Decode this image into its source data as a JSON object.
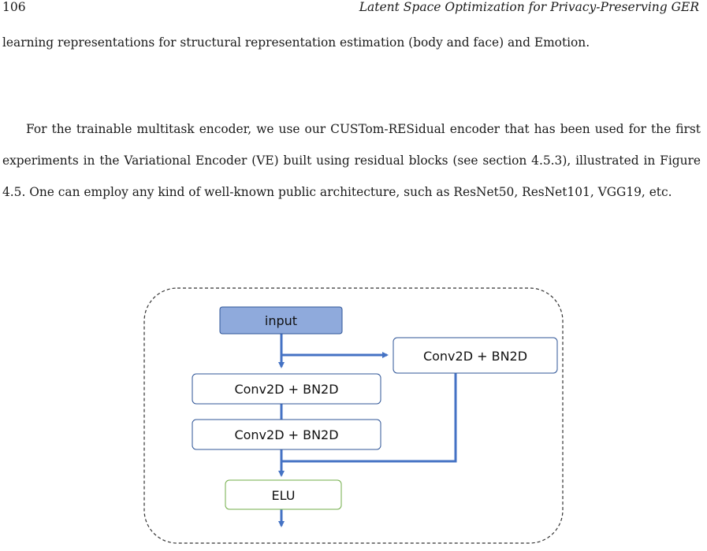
{
  "header": {
    "page_number": "106",
    "running_title": "Latent Space Optimization for Privacy-Preserving GER"
  },
  "paragraphs": [
    "learning representations for structural representation estimation (body and face) and Emotion.",
    "For the trainable multitask encoder, we use our CUSTom-RESidual encoder that has been used for the first experiments in the Variational Encoder (VE) built using residual blocks (see section 4.5.3), illustrated in Figure 4.5. One can employ any kind of well-known public architecture, such as ResNet50, ResNet101, VGG19, etc."
  ],
  "diagram": {
    "input_label": "input",
    "skip_label": "Conv2D  +  BN2D",
    "conv1_label": "Conv2D + BN2D",
    "conv2_label": "Conv2D + BN2D",
    "elu_label": "ELU",
    "colors": {
      "input_fill": "#8faadc",
      "box_stroke": "#2f5597",
      "elu_stroke": "#70ad47",
      "arrow": "#4472c4",
      "border": "#333333"
    }
  }
}
